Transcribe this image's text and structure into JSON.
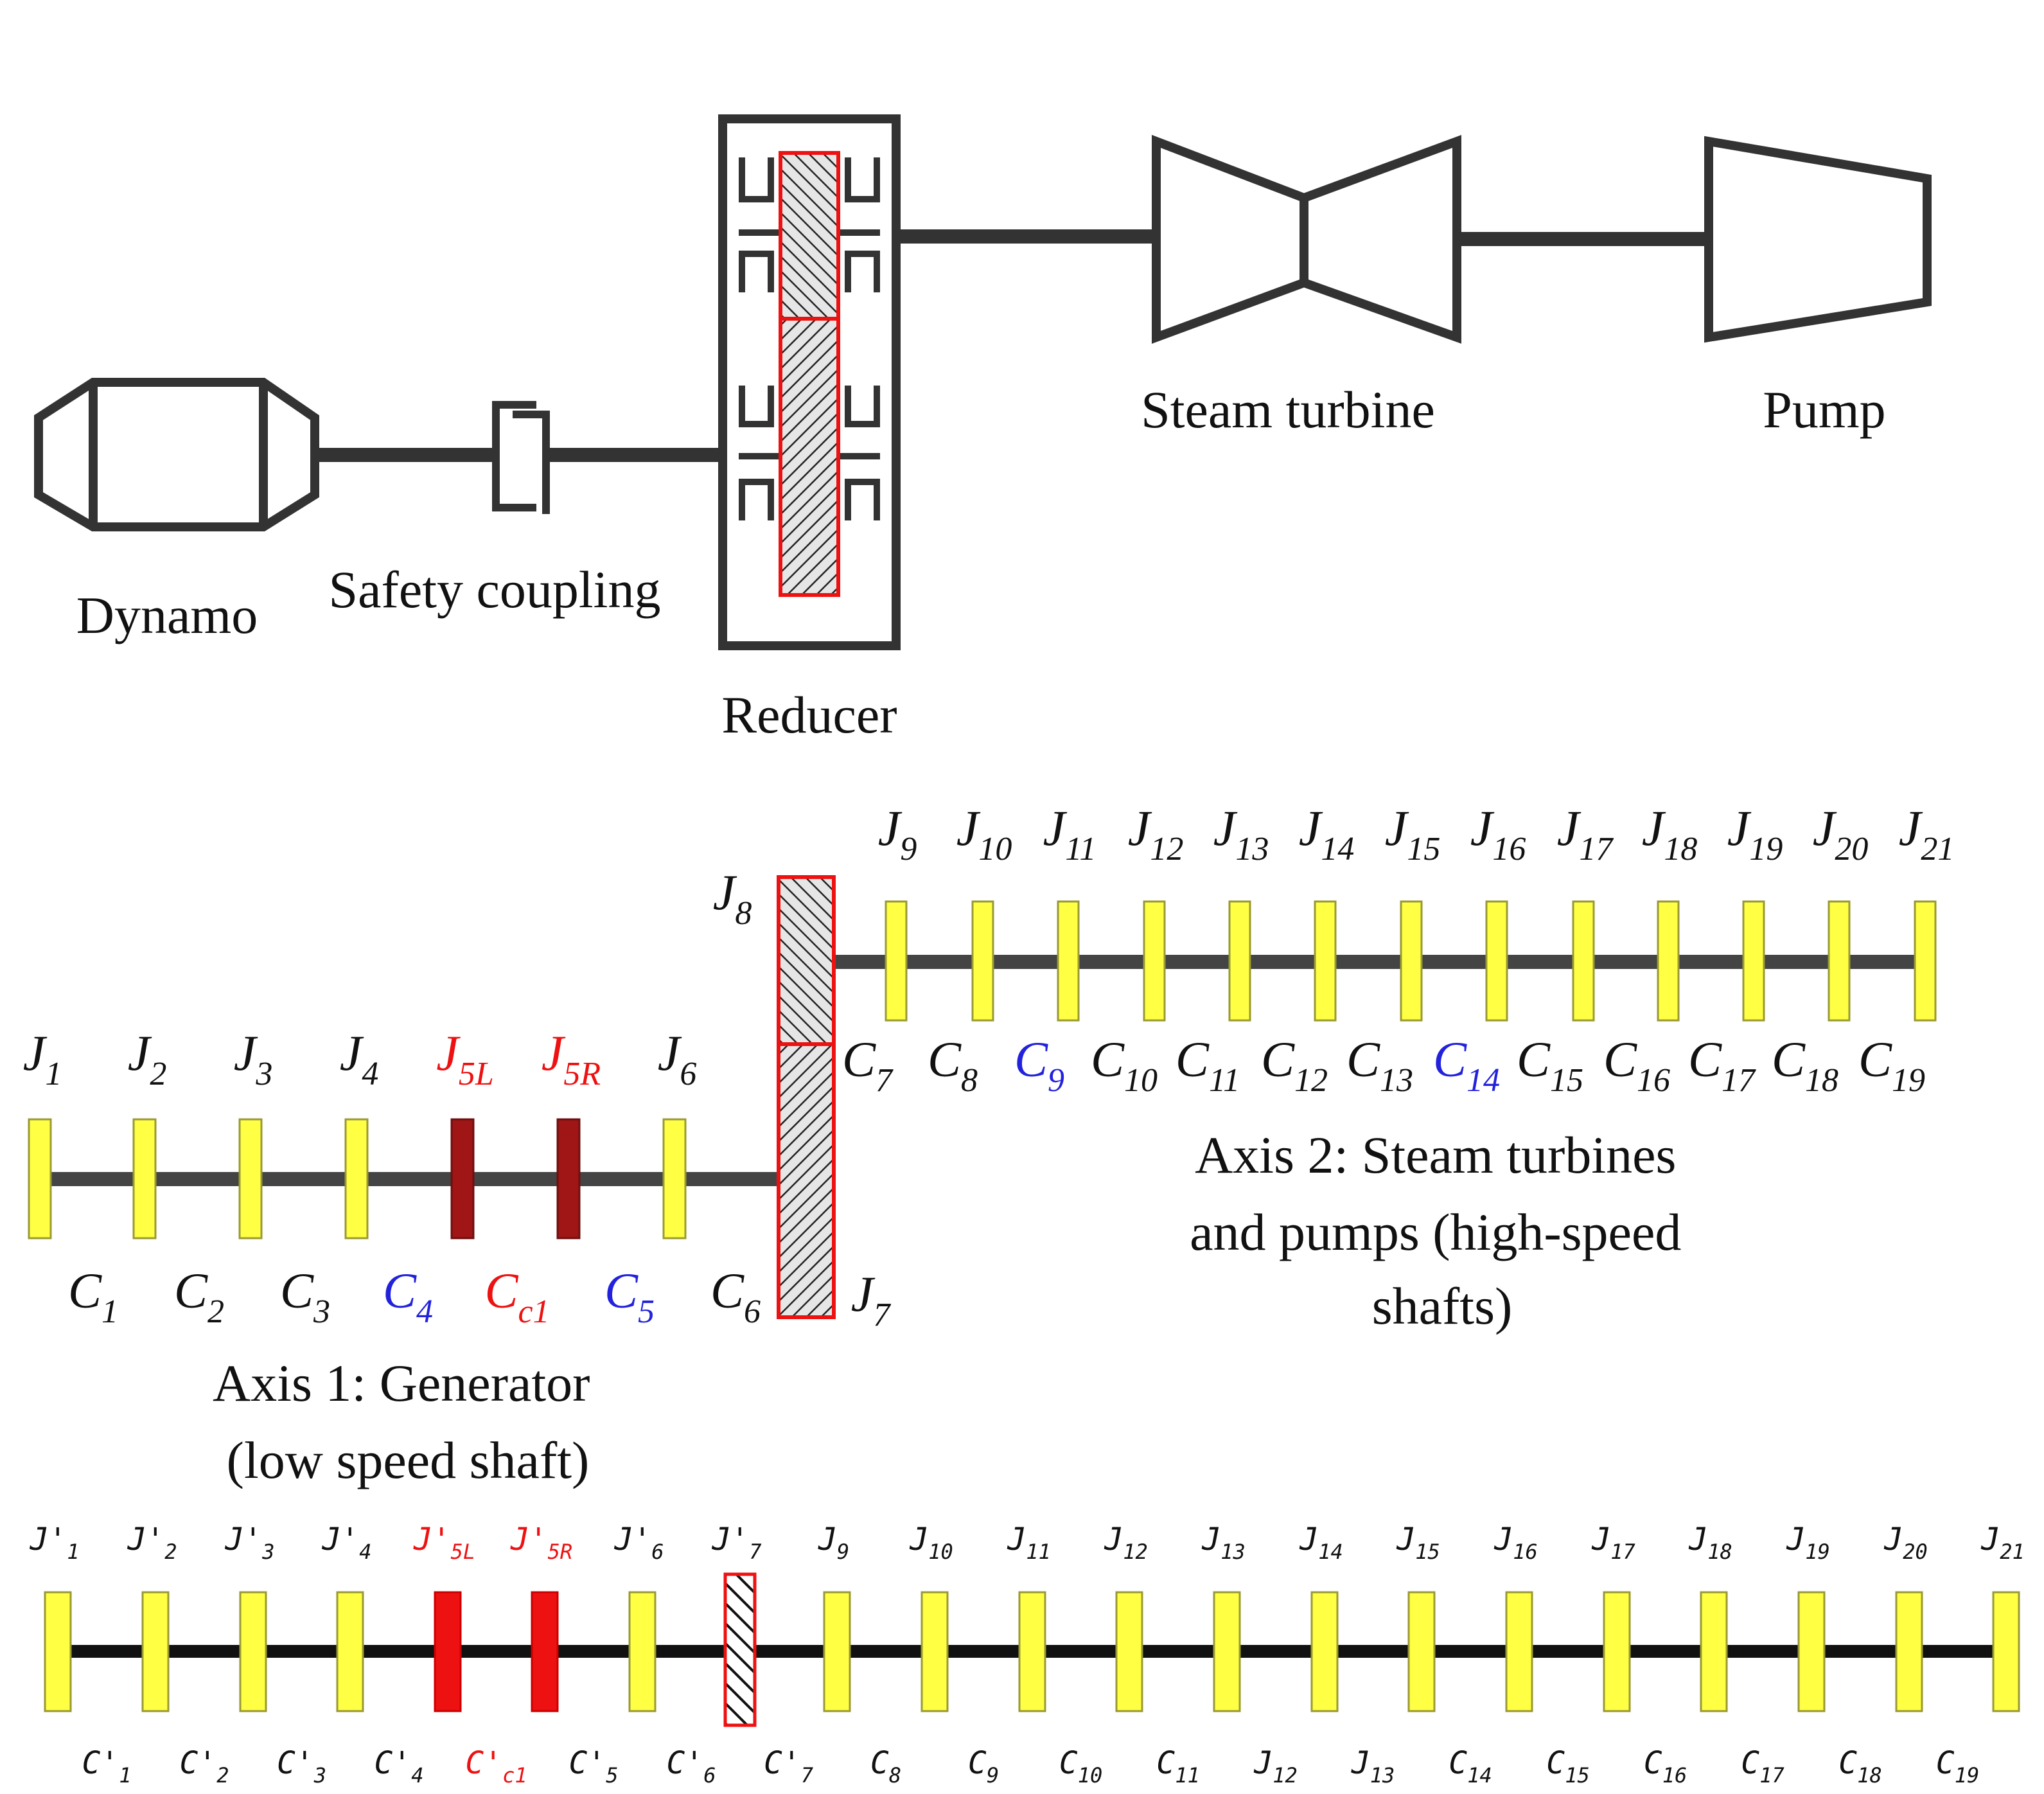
{
  "schematic": {
    "dynamo_label": "Dynamo",
    "coupling_label": "Safety coupling",
    "reducer_label": "Reducer",
    "turbine_label": "Steam turbine",
    "pump_label": "Pump"
  },
  "model": {
    "axis1_caption": [
      "Axis 1: Generator",
      "(low speed shaft)"
    ],
    "axis2_caption": [
      "Axis 2: Steam turbines",
      "and pumps (high-speed",
      "shafts)"
    ],
    "axis1_inertias": [
      {
        "b": "J",
        "s": "1",
        "c": "normal"
      },
      {
        "b": "J",
        "s": "2",
        "c": "normal"
      },
      {
        "b": "J",
        "s": "3",
        "c": "normal"
      },
      {
        "b": "J",
        "s": "4",
        "c": "normal"
      },
      {
        "b": "J",
        "s": "5L",
        "c": "red"
      },
      {
        "b": "J",
        "s": "5R",
        "c": "red"
      },
      {
        "b": "J",
        "s": "6",
        "c": "normal"
      }
    ],
    "axis1_stiffness": [
      {
        "b": "C",
        "s": "1",
        "c": "normal"
      },
      {
        "b": "C",
        "s": "2",
        "c": "normal"
      },
      {
        "b": "C",
        "s": "3",
        "c": "normal"
      },
      {
        "b": "C",
        "s": "4",
        "c": "blue"
      },
      {
        "b": "C",
        "s": "c1",
        "c": "red"
      },
      {
        "b": "C",
        "s": "5",
        "c": "blue"
      },
      {
        "b": "C",
        "s": "6",
        "c": "normal"
      }
    ],
    "gear_labels": [
      {
        "b": "J",
        "s": "8"
      },
      {
        "b": "J",
        "s": "7"
      }
    ],
    "axis2_inertias": [
      {
        "b": "J",
        "s": "9"
      },
      {
        "b": "J",
        "s": "10"
      },
      {
        "b": "J",
        "s": "11"
      },
      {
        "b": "J",
        "s": "12"
      },
      {
        "b": "J",
        "s": "13"
      },
      {
        "b": "J",
        "s": "14"
      },
      {
        "b": "J",
        "s": "15"
      },
      {
        "b": "J",
        "s": "16"
      },
      {
        "b": "J",
        "s": "17"
      },
      {
        "b": "J",
        "s": "18"
      },
      {
        "b": "J",
        "s": "19"
      },
      {
        "b": "J",
        "s": "20"
      },
      {
        "b": "J",
        "s": "21"
      }
    ],
    "axis2_stiffness": [
      {
        "b": "C",
        "s": "7",
        "c": "normal"
      },
      {
        "b": "C",
        "s": "8",
        "c": "normal"
      },
      {
        "b": "C",
        "s": "9",
        "c": "blue"
      },
      {
        "b": "C",
        "s": "10",
        "c": "normal"
      },
      {
        "b": "C",
        "s": "11",
        "c": "normal"
      },
      {
        "b": "C",
        "s": "12",
        "c": "normal"
      },
      {
        "b": "C",
        "s": "13",
        "c": "normal"
      },
      {
        "b": "C",
        "s": "14",
        "c": "blue"
      },
      {
        "b": "C",
        "s": "15",
        "c": "normal"
      },
      {
        "b": "C",
        "s": "16",
        "c": "normal"
      },
      {
        "b": "C",
        "s": "17",
        "c": "normal"
      },
      {
        "b": "C",
        "s": "18",
        "c": "normal"
      },
      {
        "b": "C",
        "s": "19",
        "c": "normal"
      }
    ]
  },
  "equivalent": {
    "inertias": [
      {
        "b": "J'",
        "s": "1",
        "c": "normal"
      },
      {
        "b": "J'",
        "s": "2",
        "c": "normal"
      },
      {
        "b": "J'",
        "s": "3",
        "c": "normal"
      },
      {
        "b": "J'",
        "s": "4",
        "c": "normal"
      },
      {
        "b": "J'",
        "s": "5L",
        "c": "red"
      },
      {
        "b": "J'",
        "s": "5R",
        "c": "red"
      },
      {
        "b": "J'",
        "s": "6",
        "c": "normal"
      },
      {
        "b": "J'",
        "s": "7",
        "c": "normal"
      },
      {
        "b": "J",
        "s": "9",
        "c": "normal"
      },
      {
        "b": "J",
        "s": "10",
        "c": "normal"
      },
      {
        "b": "J",
        "s": "11",
        "c": "normal"
      },
      {
        "b": "J",
        "s": "12",
        "c": "normal"
      },
      {
        "b": "J",
        "s": "13",
        "c": "normal"
      },
      {
        "b": "J",
        "s": "14",
        "c": "normal"
      },
      {
        "b": "J",
        "s": "15",
        "c": "normal"
      },
      {
        "b": "J",
        "s": "16",
        "c": "normal"
      },
      {
        "b": "J",
        "s": "17",
        "c": "normal"
      },
      {
        "b": "J",
        "s": "18",
        "c": "normal"
      },
      {
        "b": "J",
        "s": "19",
        "c": "normal"
      },
      {
        "b": "J",
        "s": "20",
        "c": "normal"
      },
      {
        "b": "J",
        "s": "21",
        "c": "normal"
      }
    ],
    "stiffness": [
      {
        "b": "C'",
        "s": "1",
        "c": "normal"
      },
      {
        "b": "C'",
        "s": "2",
        "c": "normal"
      },
      {
        "b": "C'",
        "s": "3",
        "c": "normal"
      },
      {
        "b": "C'",
        "s": "4",
        "c": "normal"
      },
      {
        "b": "C'",
        "s": "c1",
        "c": "red"
      },
      {
        "b": "C'",
        "s": "5",
        "c": "normal"
      },
      {
        "b": "C'",
        "s": "6",
        "c": "normal"
      },
      {
        "b": "C'",
        "s": "7",
        "c": "normal"
      },
      {
        "b": "C",
        "s": "8",
        "c": "normal"
      },
      {
        "b": "C",
        "s": "9",
        "c": "normal"
      },
      {
        "b": "C",
        "s": "10",
        "c": "normal"
      },
      {
        "b": "C",
        "s": "11",
        "c": "normal"
      },
      {
        "b": "J",
        "s": "12",
        "c": "normal"
      },
      {
        "b": "J",
        "s": "13",
        "c": "normal"
      },
      {
        "b": "C",
        "s": "14",
        "c": "normal"
      },
      {
        "b": "C",
        "s": "15",
        "c": "normal"
      },
      {
        "b": "C",
        "s": "16",
        "c": "normal"
      },
      {
        "b": "C",
        "s": "17",
        "c": "normal"
      },
      {
        "b": "C",
        "s": "18",
        "c": "normal"
      },
      {
        "b": "C",
        "s": "19",
        "c": "normal"
      }
    ]
  },
  "colors": {
    "line": "#333333",
    "disk": "#ffff44",
    "disk_edge": "#999933",
    "red": "#ee1111",
    "dark_red": "#a01515",
    "blue": "#2222dd",
    "gear_fill": "#e6e6e6",
    "text": "#111111"
  }
}
